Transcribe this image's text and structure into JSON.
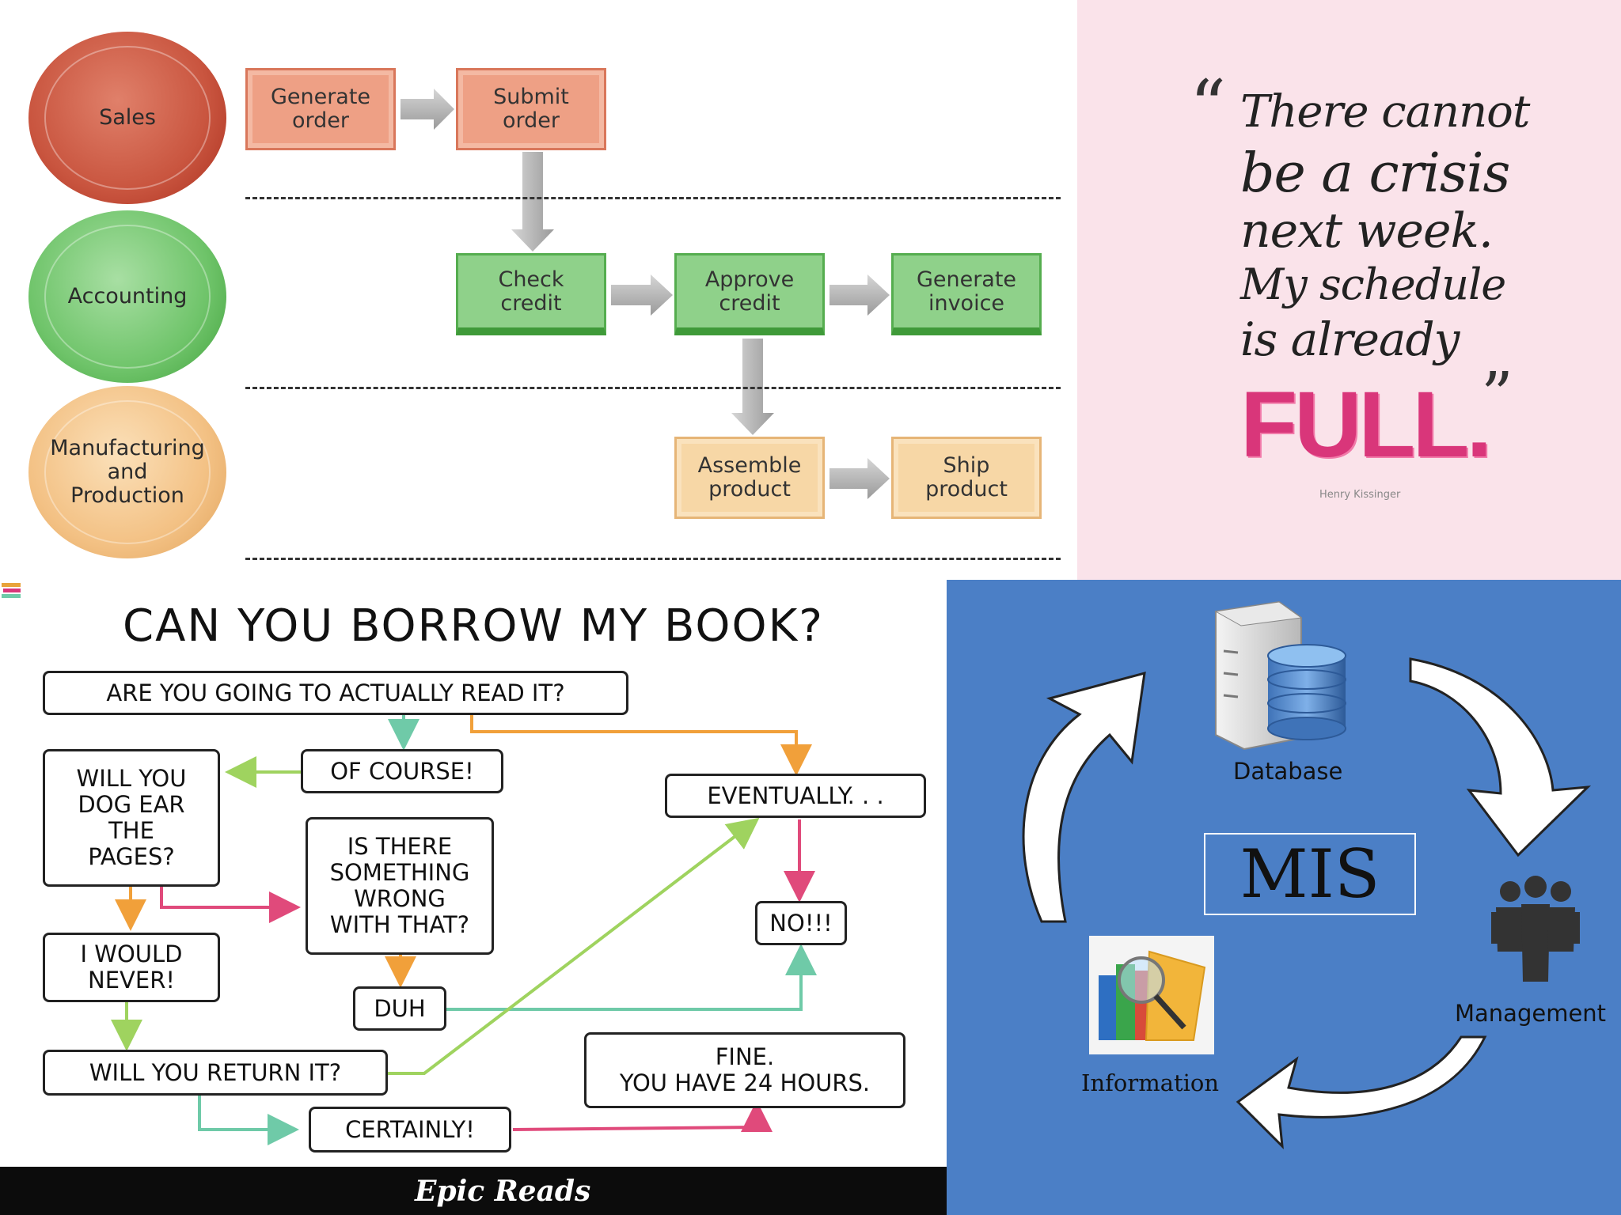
{
  "process": {
    "departments": [
      "Sales",
      "Accounting",
      "Manufacturing and Production"
    ],
    "steps": {
      "generate_order": [
        "Generate",
        "order"
      ],
      "submit_order": [
        "Submit",
        "order"
      ],
      "check_credit": [
        "Check",
        "credit"
      ],
      "approve_credit": [
        "Approve",
        "credit"
      ],
      "generate_invoice": [
        "Generate",
        "invoice"
      ],
      "assemble_product": [
        "Assemble",
        "product"
      ],
      "ship_product": [
        "Ship",
        "product"
      ]
    },
    "colors": {
      "sales": "#c9553f",
      "accounting": "#6fc46a",
      "manufacturing": "#f3c184",
      "arrow": "#a9a9a9"
    }
  },
  "quote": {
    "open_mark": "“",
    "lines": [
      "There cannot",
      "be a crisis",
      "next week.",
      "My schedule",
      "is already"
    ],
    "emphasis": "FULL.",
    "close_mark": "”",
    "author": "Henry Kissinger",
    "background": "#fae3ea",
    "accent": "#d9367a"
  },
  "flowchart": {
    "title": "CAN YOU  BORROW MY BOOK?",
    "boxes": {
      "read_it": "ARE YOU GOING TO ACTUALLY READ IT?",
      "of_course": "OF COURSE!",
      "eventually": "EVENTUALLY. . .",
      "dog_ear": [
        "WILL YOU",
        "DOG EAR",
        "THE",
        "PAGES?"
      ],
      "something_wrong": [
        "IS THERE",
        "SOMETHING",
        "WRONG",
        "WITH THAT?"
      ],
      "no": "NO!!!",
      "never": [
        "I WOULD",
        "NEVER!"
      ],
      "duh": "DUH",
      "return_it": "WILL YOU RETURN IT?",
      "fine": [
        "FINE.",
        "YOU HAVE 24 HOURS."
      ],
      "certainly": "CERTAINLY!"
    },
    "brand": "Epic Reads",
    "arrow_colors": {
      "teal": "#6fcaa8",
      "orange": "#f1a03a",
      "green": "#9fd35f",
      "pink": "#e04a7b"
    }
  },
  "mis": {
    "center": "MIS",
    "labels": {
      "database": "Database",
      "management": "Management",
      "information": "Information"
    },
    "icons": [
      "server-database-icon",
      "management-people-icon",
      "information-folders-icon"
    ],
    "background": "#4b7fc6"
  }
}
